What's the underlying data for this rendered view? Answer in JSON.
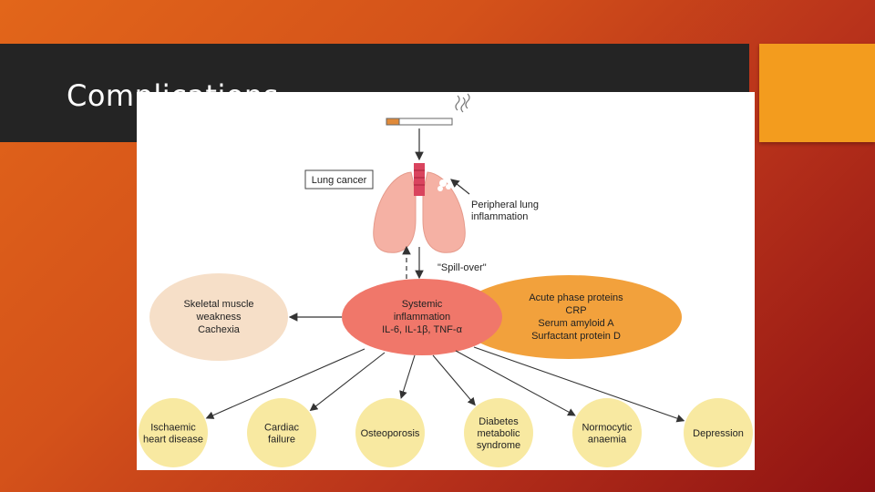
{
  "slide": {
    "title": "Complications"
  },
  "diagram": {
    "lung_cancer": "Lung cancer",
    "peripheral": [
      "Peripheral lung",
      "inflammation"
    ],
    "spill_over": "\"Spill-over\"",
    "systemic": [
      "Systemic",
      "inflammation",
      "IL-6, IL-1β, TNF-α"
    ],
    "acute_phase": [
      "Acute phase proteins",
      "CRP",
      "Serum amyloid A",
      "Surfactant protein D"
    ],
    "skeletal": [
      "Skeletal muscle",
      "weakness",
      "Cachexia"
    ],
    "outcomes": [
      {
        "lines": [
          "Ischaemic",
          "heart disease"
        ]
      },
      {
        "lines": [
          "Cardiac",
          "failure"
        ]
      },
      {
        "lines": [
          "Osteoporosis"
        ]
      },
      {
        "lines": [
          "Diabetes",
          "metabolic",
          "syndrome"
        ]
      },
      {
        "lines": [
          "Normocytic",
          "anaemia"
        ]
      },
      {
        "lines": [
          "Depression"
        ]
      }
    ],
    "colors": {
      "systemic": "#f0776a",
      "acute": "#f2a13c",
      "skeletal": "#f6dfc8",
      "outcome": "#f8e9a1",
      "lung": "#f5b1a4",
      "trachea": "#d9445e"
    }
  }
}
